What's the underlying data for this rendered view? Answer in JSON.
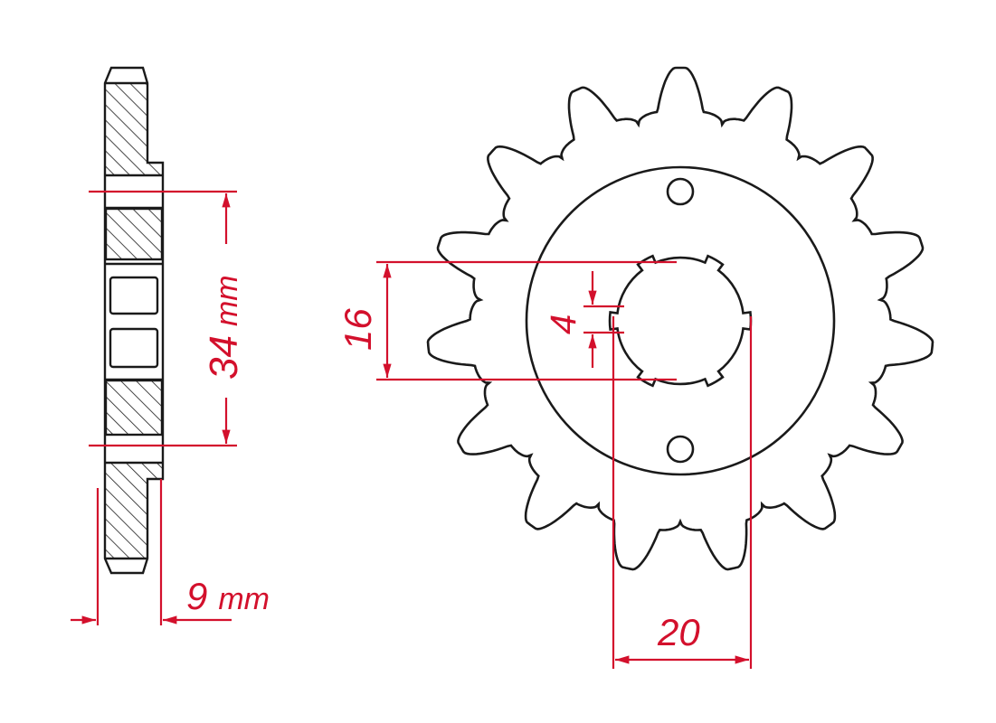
{
  "colors": {
    "outline": "#1a1a1a",
    "dimension": "#d3102c",
    "background": "#ffffff"
  },
  "side_view": {
    "pitch_dimension": {
      "value": "34",
      "unit": "mm"
    },
    "width_dimension": {
      "value": "9",
      "unit": "mm"
    }
  },
  "front_view": {
    "teeth_count": 15,
    "bolt_holes": 2,
    "spline_notches": 6,
    "spline_diameter": {
      "value": "16"
    },
    "notch_width": {
      "value": "4"
    },
    "spline_outer": {
      "value": "20"
    }
  }
}
